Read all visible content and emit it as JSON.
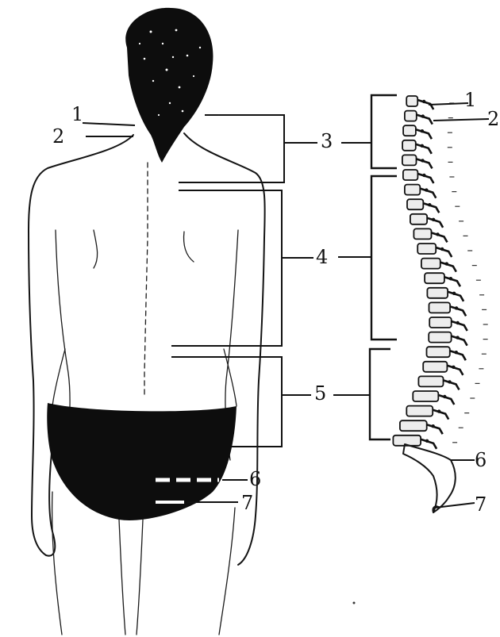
{
  "figure": {
    "body_labels": [
      "1",
      "2",
      "3",
      "4",
      "5",
      "6",
      "7"
    ],
    "spine_labels": [
      "1",
      "2",
      "6",
      "7"
    ]
  }
}
